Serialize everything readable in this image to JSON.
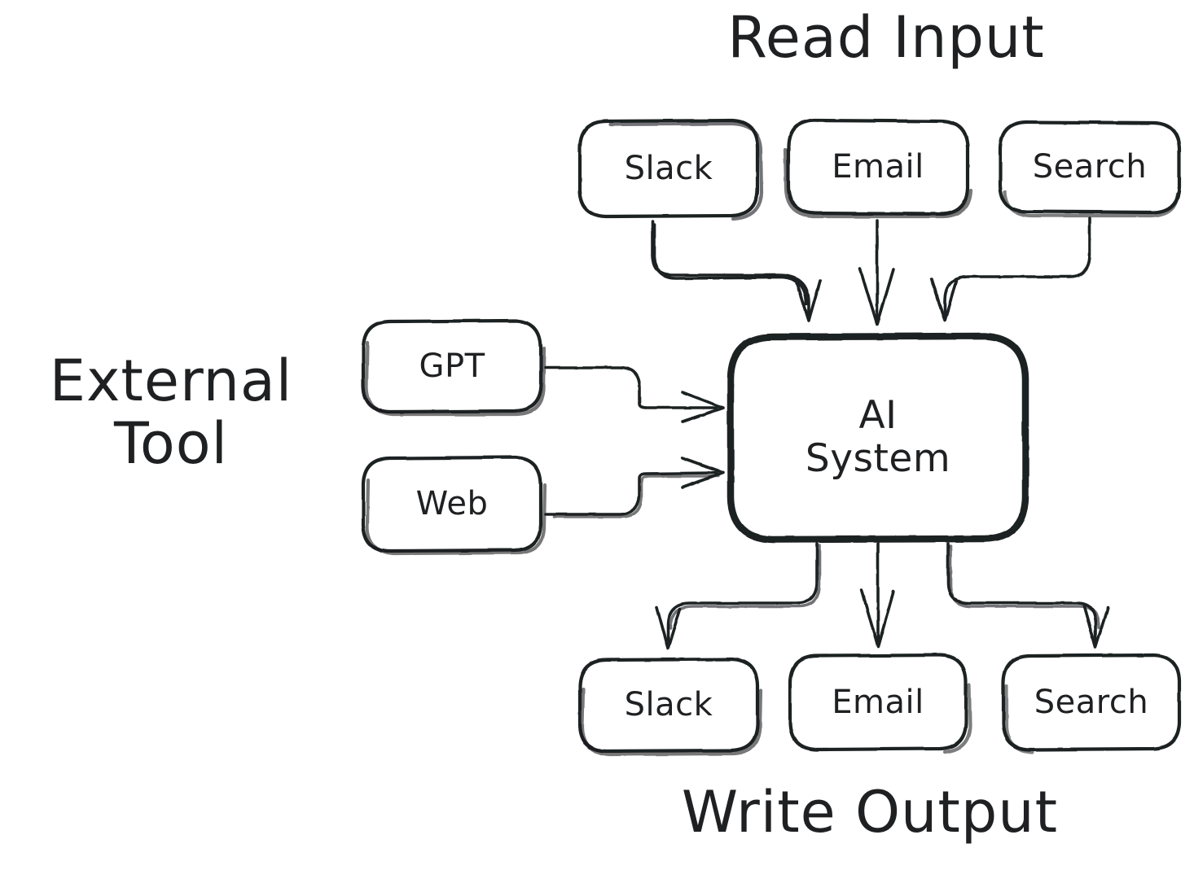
{
  "diagram": {
    "title_read_input": "Read Input",
    "title_write_output": "Write Output",
    "title_external_tool": "External\nTool",
    "ink_color": "#1f2022",
    "background_color": "#ffffff",
    "style": "hand-drawn-sketch"
  },
  "center": {
    "label": "AI\nSystem"
  },
  "inputs": [
    {
      "label": "Slack"
    },
    {
      "label": "Email"
    },
    {
      "label": "Search"
    }
  ],
  "tools": [
    {
      "label": "GPT"
    },
    {
      "label": "Web"
    }
  ],
  "outputs": [
    {
      "label": "Slack"
    },
    {
      "label": "Email"
    },
    {
      "label": "Search"
    }
  ]
}
